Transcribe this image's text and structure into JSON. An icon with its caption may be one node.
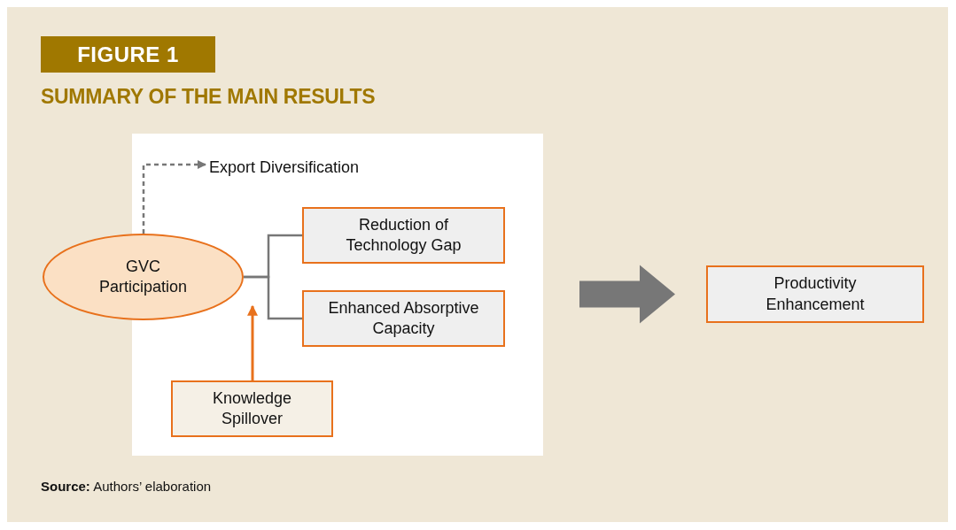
{
  "diagram": {
    "title": "SUMMARY OF THE MAIN RESULTS",
    "caption": "**Source:** Authors’ elaboration",
    "nodes": [
      {
        "text": [],
        "shape": "box"
      },
      {
        "text": [
          "Export Diversification"
        ],
        "in": 0
      },
      {
        "text": [
          "GVC Participation"
        ]
      },
      {
        "text": [
          "Reduction of Technology Gap"
        ],
        "in": 0
      },
      {
        "text": [
          "Enhanced Absorptive Capacity"
        ],
        "in": 0
      },
      {
        "text": [
          "Knowledge Spillover"
        ],
        "in": 0
      },
      {
        "text": [
          "Productivity Enhancement"
        ]
      }
    ],
    "edges": [
      {
        "from": 2,
        "to": 1,
        "arrow": "to",
        "style": "dashed"
      },
      {
        "from": 2,
        "to": 3,
        "arrow": "none"
      },
      {
        "from": 2,
        "to": 4,
        "arrow": "none"
      },
      {
        "from": 5,
        "to": 2,
        "arrow": "to",
        "color": "#e8711c"
      },
      {
        "from": 0,
        "to": 6,
        "arrow": "to",
        "style": "thick"
      }
    ],
    "labels": [
      "FIGURE 1"
    ]
  }
}
